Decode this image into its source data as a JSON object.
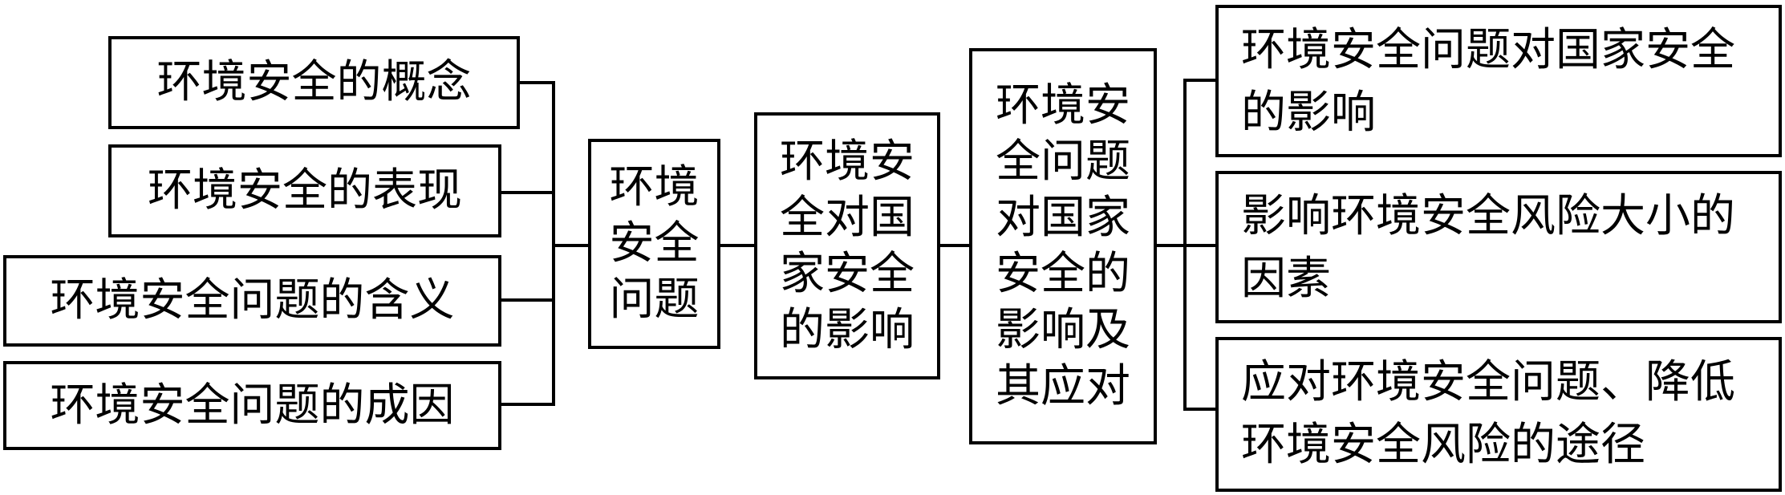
{
  "left_items": [
    {
      "label": "环境安全的概念"
    },
    {
      "label": "环境安全的表现"
    },
    {
      "label": "环境安全问题的含义"
    },
    {
      "label": "环境安全问题的成因"
    }
  ],
  "center_boxes": [
    {
      "label": "环境安全问题"
    },
    {
      "label": "环境安全对国家安全的影响"
    },
    {
      "label": "环境安全问题对国家安全的影响及其应对"
    }
  ],
  "right_items": [
    {
      "label": "环境安全问题对国家安全的影响"
    },
    {
      "label": "影响环境安全风险大小的因素"
    },
    {
      "label": "应对环境安全问题、降低环境安全风险的途径"
    }
  ]
}
